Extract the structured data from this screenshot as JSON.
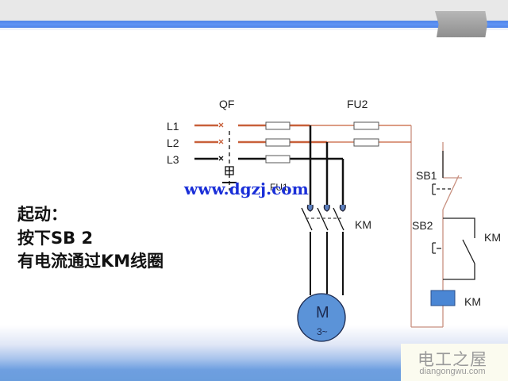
{
  "slide": {
    "colors": {
      "accent_stripe": "#5b8ef0",
      "power_line": "#c8603a",
      "control_line": "#c89080",
      "coil_fill": "#4a86d4",
      "motor_fill": "#5b93d8",
      "watermark_blue": "#1a2fd8"
    }
  },
  "caption": {
    "line1": "起动：",
    "line2": "按下SB 2",
    "line3": "有电流通过KM线圈"
  },
  "diagram": {
    "labels": {
      "qf": "QF",
      "fu2": "FU2",
      "fu1": "FU1",
      "l1": "L1",
      "l2": "L2",
      "l3": "L3",
      "km_main": "KM",
      "sb1": "SB1",
      "sb2": "SB2",
      "km_aux": "KM",
      "km_coil": "KM"
    },
    "motor": {
      "label": "M",
      "sub": "3~"
    }
  },
  "watermarks": {
    "site_overlay": "www.dgzj.com",
    "corner_cn": "电工之屋",
    "corner_en": "diangongwu.com"
  }
}
